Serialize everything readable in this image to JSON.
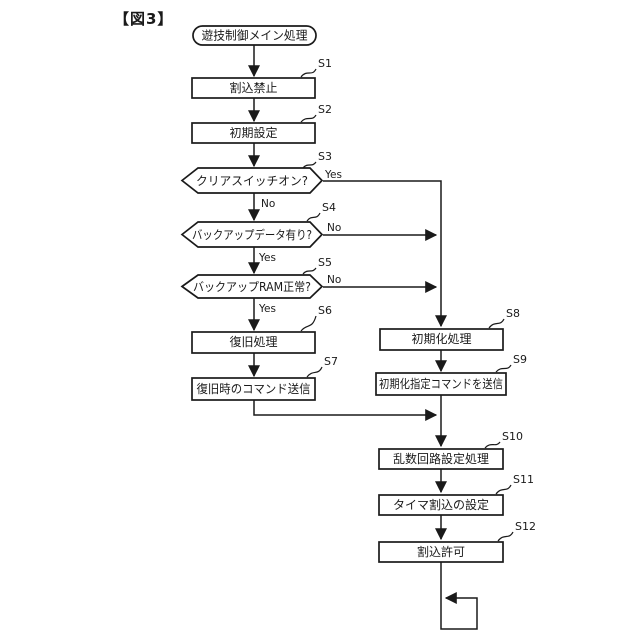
{
  "figure_title": "【図3】",
  "flowchart": {
    "start": {
      "label": "遊技制御メイン処理"
    },
    "branch": {
      "yes": "Yes",
      "no": "No"
    },
    "steps": [
      {
        "id": "S1",
        "label": "割込禁止",
        "type": "process"
      },
      {
        "id": "S2",
        "label": "初期設定",
        "type": "process"
      },
      {
        "id": "S3",
        "label": "クリアスイッチオン?",
        "type": "decision"
      },
      {
        "id": "S4",
        "label": "バックアップデータ有り?",
        "type": "decision"
      },
      {
        "id": "S5",
        "label": "バックアップRAM正常?",
        "type": "decision"
      },
      {
        "id": "S6",
        "label": "復旧処理",
        "type": "process"
      },
      {
        "id": "S7",
        "label": "復旧時のコマンド送信",
        "type": "process"
      },
      {
        "id": "S8",
        "label": "初期化処理",
        "type": "process"
      },
      {
        "id": "S9",
        "label": "初期化指定コマンドを送信",
        "type": "process"
      },
      {
        "id": "S10",
        "label": "乱数回路設定処理",
        "type": "process"
      },
      {
        "id": "S11",
        "label": "タイマ割込の設定",
        "type": "process"
      },
      {
        "id": "S12",
        "label": "割込許可",
        "type": "process"
      }
    ],
    "edges": [
      {
        "from": "start",
        "to": "S1"
      },
      {
        "from": "S1",
        "to": "S2"
      },
      {
        "from": "S2",
        "to": "S3"
      },
      {
        "from": "S3",
        "to": "S4",
        "label": "No"
      },
      {
        "from": "S3",
        "to": "S8",
        "label": "Yes"
      },
      {
        "from": "S4",
        "to": "S5",
        "label": "Yes"
      },
      {
        "from": "S4",
        "to": "S8",
        "label": "No"
      },
      {
        "from": "S5",
        "to": "S6",
        "label": "Yes"
      },
      {
        "from": "S5",
        "to": "S8",
        "label": "No"
      },
      {
        "from": "S6",
        "to": "S7"
      },
      {
        "from": "S7",
        "to": "S10"
      },
      {
        "from": "S8",
        "to": "S9"
      },
      {
        "from": "S9",
        "to": "S10"
      },
      {
        "from": "S10",
        "to": "S11"
      },
      {
        "from": "S11",
        "to": "S12"
      },
      {
        "from": "S12",
        "to": "endless-loop"
      }
    ],
    "colors": {
      "line": "#1a1a1a",
      "fill": "#ffffff"
    }
  }
}
